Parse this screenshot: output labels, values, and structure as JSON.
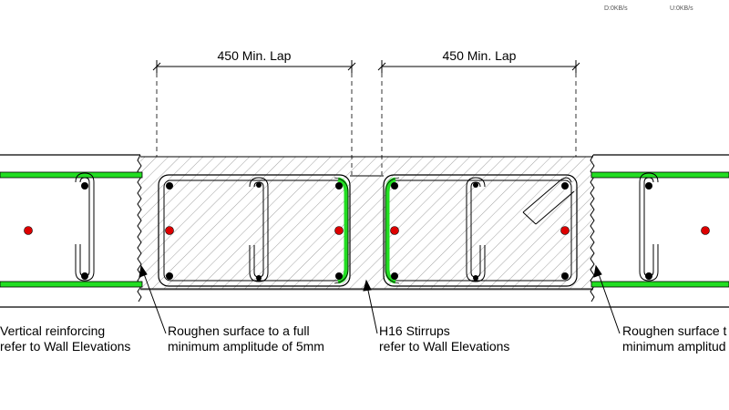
{
  "overlay": {
    "download": "D:0KB/s",
    "upload": "U:0KB/s"
  },
  "dimensions": {
    "left_lap": "450 Min. Lap",
    "right_lap": "450 Min. Lap"
  },
  "labels": {
    "vertical_line1": "Vertical reinforcing",
    "vertical_line2": "refer to Wall Elevations",
    "roughen_left_line1": "Roughen surface to a full",
    "roughen_left_line2": "minimum amplitude of 5mm",
    "stirrups_line1": "H16 Stirrups",
    "stirrups_line2": "refer to Wall Elevations",
    "roughen_right_line1": "Roughen surface t",
    "roughen_right_line2": "minimum amplitud"
  },
  "colors": {
    "bar": "#22dd22",
    "vertical_bar": "#dd0000",
    "line": "#000000",
    "hatch": "#999999"
  }
}
